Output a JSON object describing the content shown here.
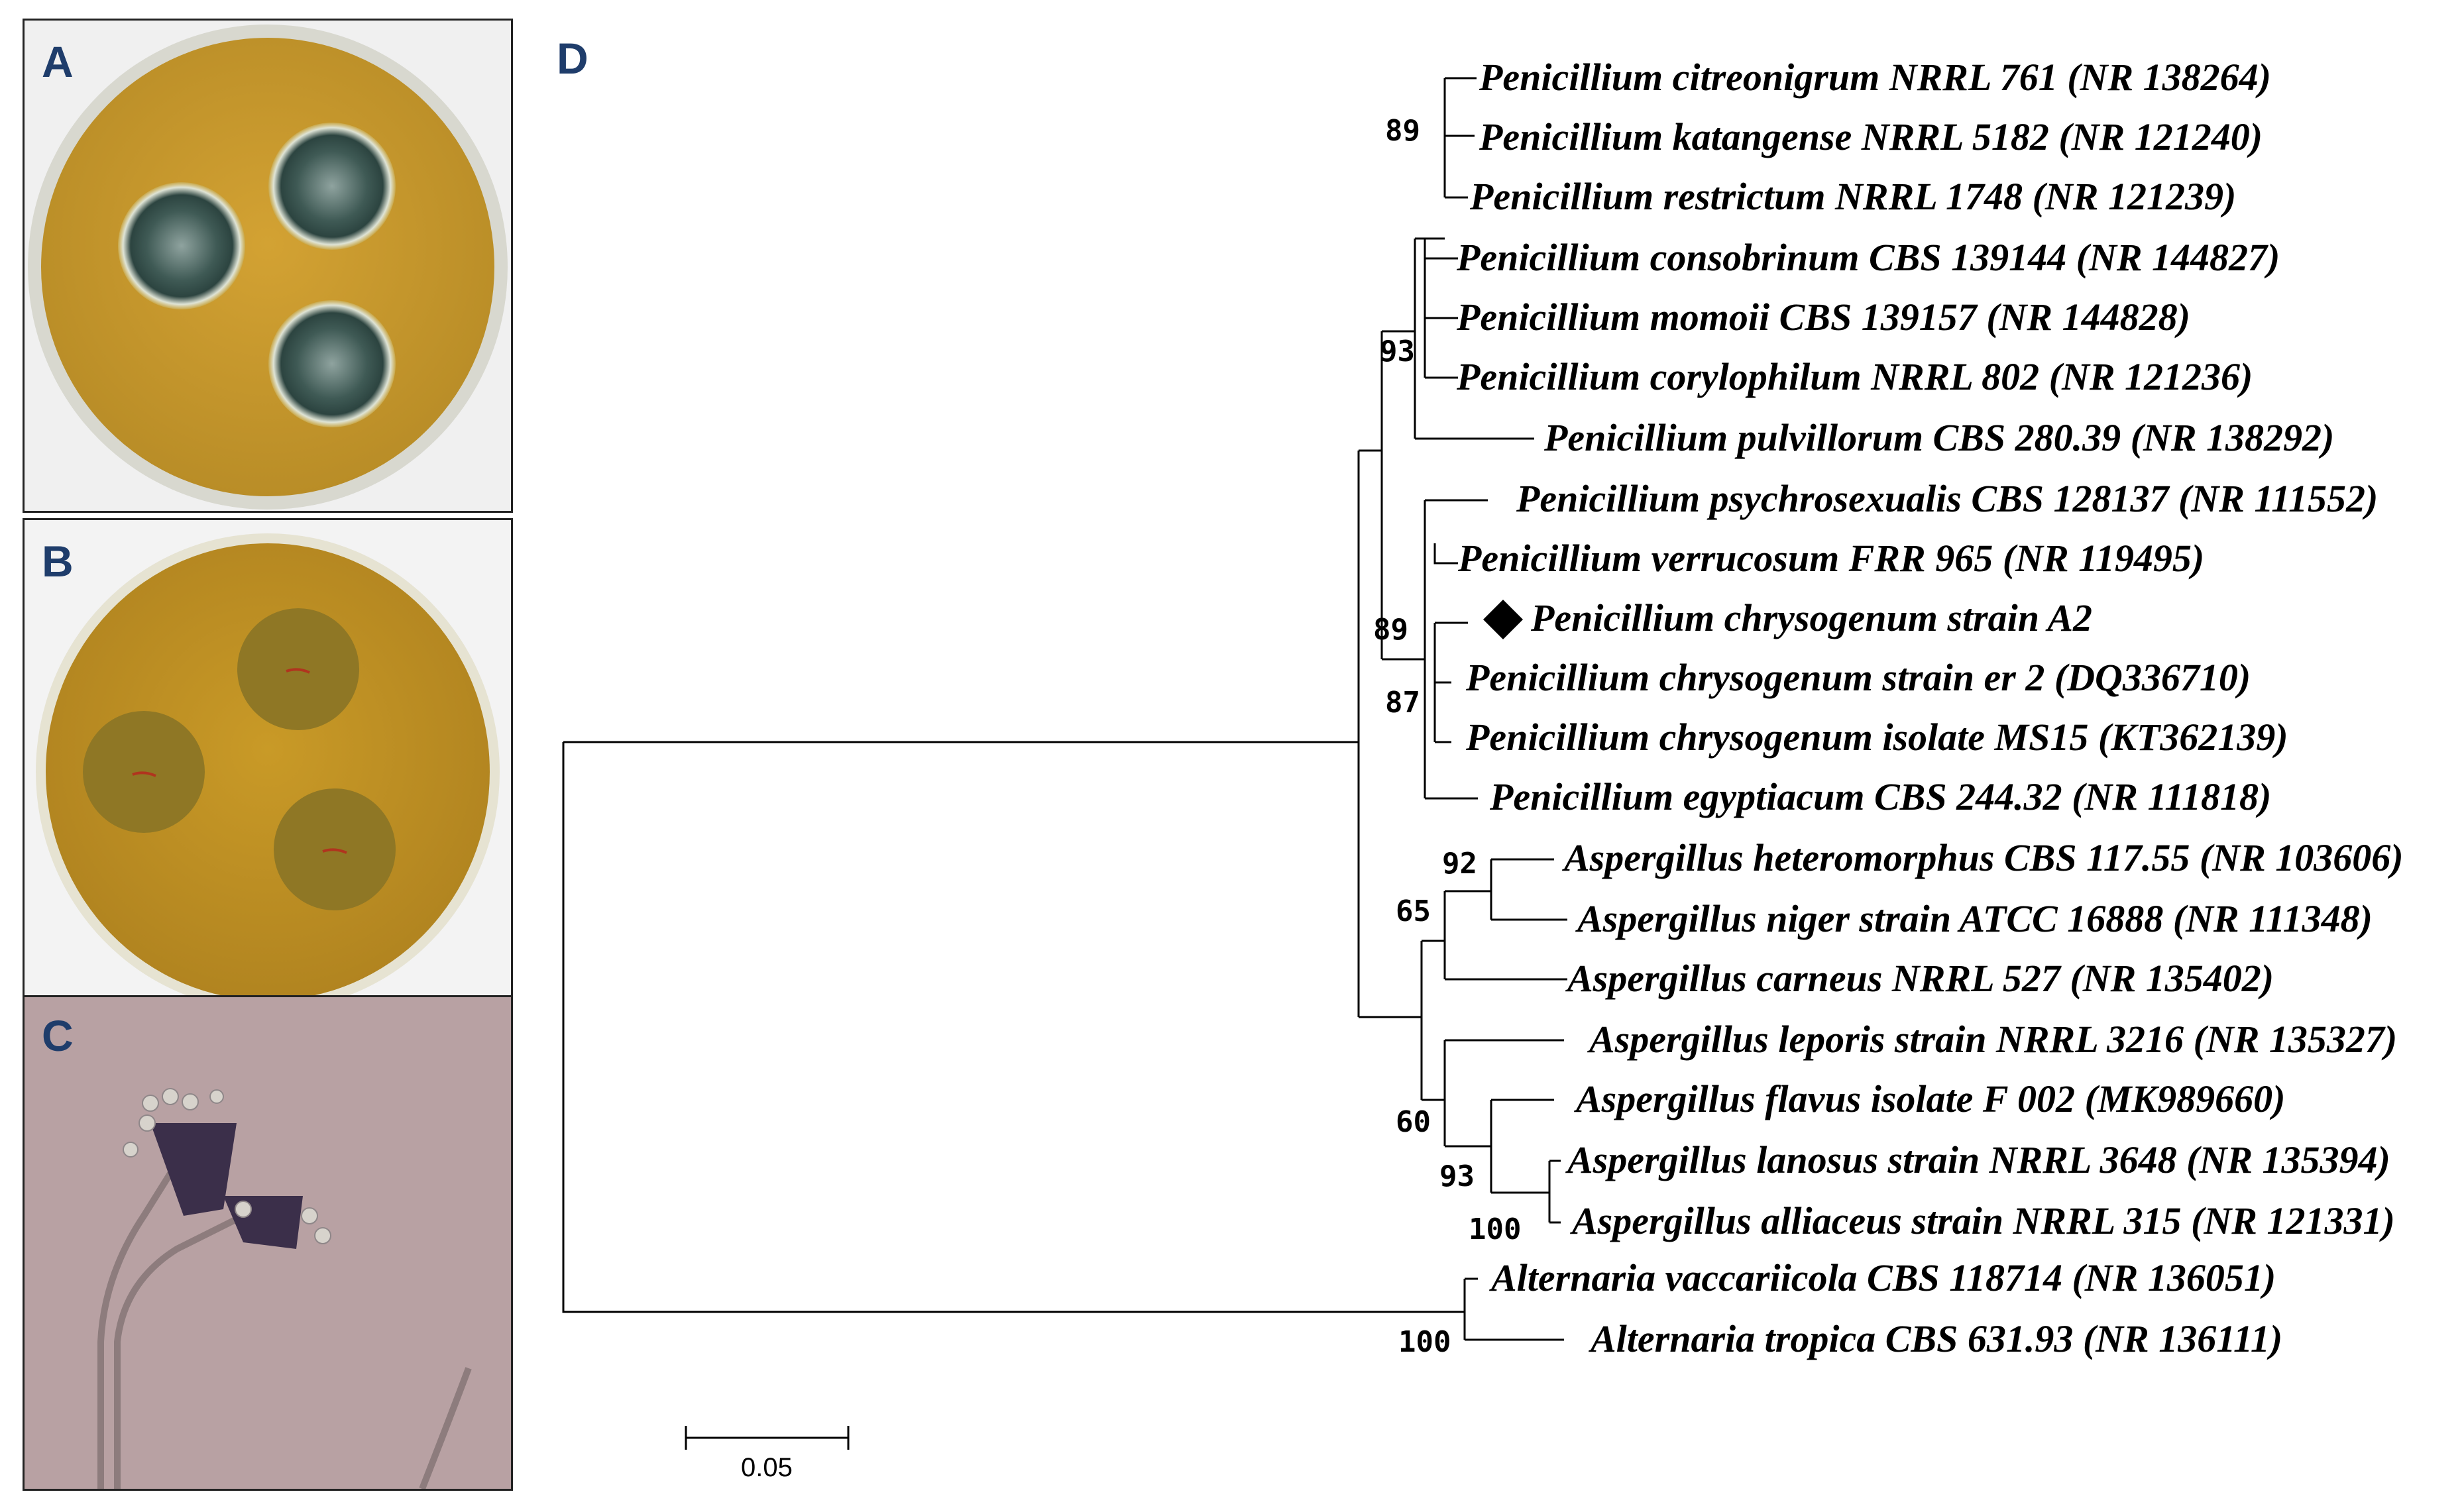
{
  "panels": {
    "a": "A",
    "b": "B",
    "c": "C",
    "d": "D"
  },
  "tree": {
    "taxa": [
      "Penicillium citreonigrum NRRL 761 (NR 138264)",
      "Penicillium katangense NRRL 5182 (NR 121240)",
      "Penicillium restrictum NRRL 1748 (NR 121239)",
      "Penicillium consobrinum CBS 139144 (NR 144827)",
      "Penicillium momoii CBS 139157 (NR 144828)",
      "Penicillium corylophilum NRRL 802 (NR 121236)",
      "Penicillium pulvillorum CBS 280.39 (NR 138292)",
      "Penicillium psychrosexualis CBS 128137 (NR 111552)",
      "Penicillium verrucosum FRR 965 (NR 119495)",
      "Penicillium chrysogenum strain A2",
      "Penicillium chrysogenum strain er 2 (DQ336710)",
      "Penicillium chrysogenum isolate MS15 (KT362139)",
      "Penicillium egyptiacum CBS 244.32 (NR 111818)",
      "Aspergillus heteromorphus CBS 117.55 (NR 103606)",
      "Aspergillus niger strain ATCC 16888 (NR 111348)",
      "Aspergillus carneus NRRL 527 (NR 135402)",
      "Aspergillus leporis strain NRRL 3216 (NR 135327)",
      "Aspergillus flavus isolate F 002 (MK989660)",
      "Aspergillus lanosus strain NRRL 3648 (NR 135394)",
      "Aspergillus alliaceus strain NRRL 315 (NR 121331)",
      "Alternaria vaccariicola CBS 118714 (NR 136051)",
      "Alternaria tropica CBS 631.93 (NR 136111)"
    ],
    "highlighted_taxon": "Penicillium chrysogenum strain A2",
    "highlight_marker": "diamond-icon",
    "bootstrap": [
      "89",
      "93",
      "89",
      "87",
      "92",
      "65",
      "60",
      "93",
      "100",
      "100"
    ],
    "scale_bar": "0.05"
  }
}
